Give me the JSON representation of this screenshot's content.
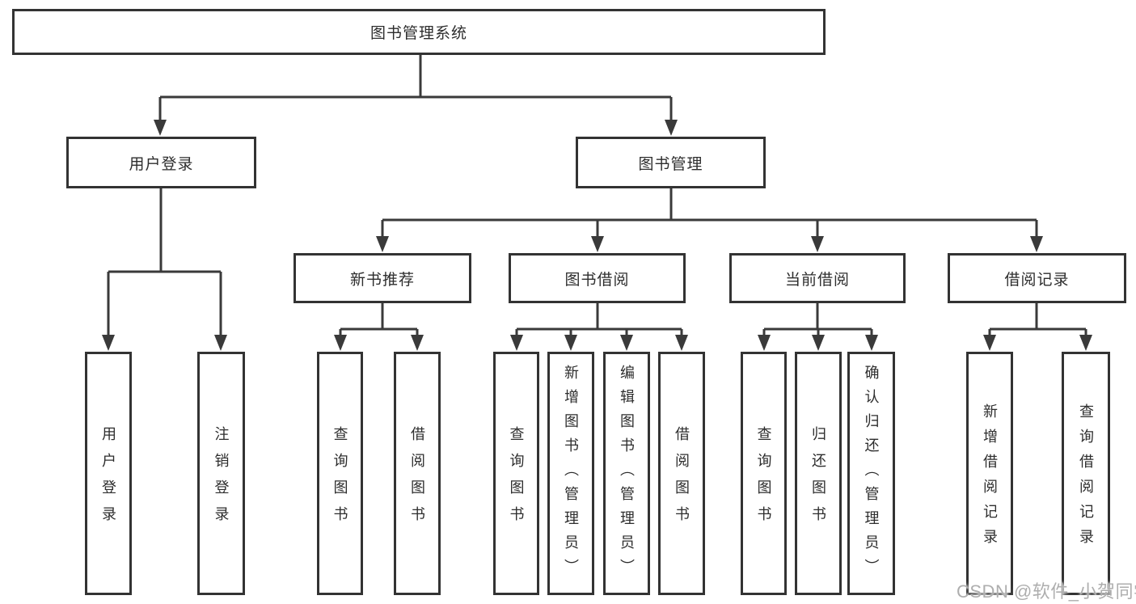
{
  "watermark": "CSDN @软件_小贺同学",
  "colors": {
    "line": "#3a3a3a",
    "box_border": "#333333",
    "text": "#2d2d2d",
    "watermark": "#aeaeae",
    "background": "#ffffff"
  },
  "tree": {
    "root": "图书管理系统",
    "level2": [
      {
        "label": "用户登录"
      },
      {
        "label": "图书管理"
      }
    ],
    "user_login_leaves": [
      "用户登录",
      "注销登录"
    ],
    "modules": [
      "新书推荐",
      "图书借阅",
      "当前借阅",
      "借阅记录"
    ],
    "new_book_leaves": [
      "查询图书",
      "借阅图书"
    ],
    "book_borrow_leaves": [
      "查询图书",
      "新增图书（管理员）",
      "编辑图书（管理员）",
      "借阅图书"
    ],
    "current_borrow_leaves": [
      "查询图书",
      "归还图书",
      "确认归还（管理员）"
    ],
    "borrow_record_leaves": [
      "新增借阅记录",
      "查询借阅记录"
    ]
  }
}
